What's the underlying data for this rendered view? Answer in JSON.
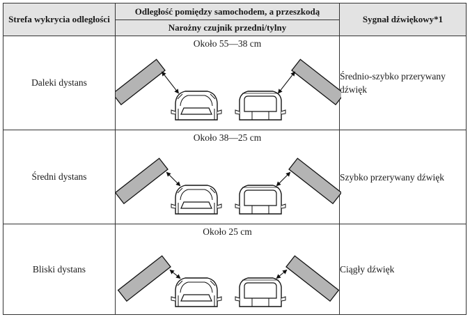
{
  "header": {
    "zone": "Strefa wykrycia odległości",
    "distance": "Odległość pomiędzy samochodem, a przeszkodą",
    "sensor": "Narożny czujnik przedni/tylny",
    "signal": "Sygnał dźwiękowy*1"
  },
  "rows": [
    {
      "zone": "Daleki dystans",
      "range": "Około 55—38 cm",
      "signal": "Średnio-szybko przerywany dźwięk",
      "figure": "car-corner-obstacle-far"
    },
    {
      "zone": "Średni dystans",
      "range": "Około 38—25 cm",
      "signal": "Szybko przerywany dźwięk",
      "figure": "car-corner-obstacle-mid"
    },
    {
      "zone": "Bliski dystans",
      "range": "Około 25 cm",
      "signal": "Ciągły dźwięk",
      "figure": "car-corner-obstacle-near"
    }
  ]
}
